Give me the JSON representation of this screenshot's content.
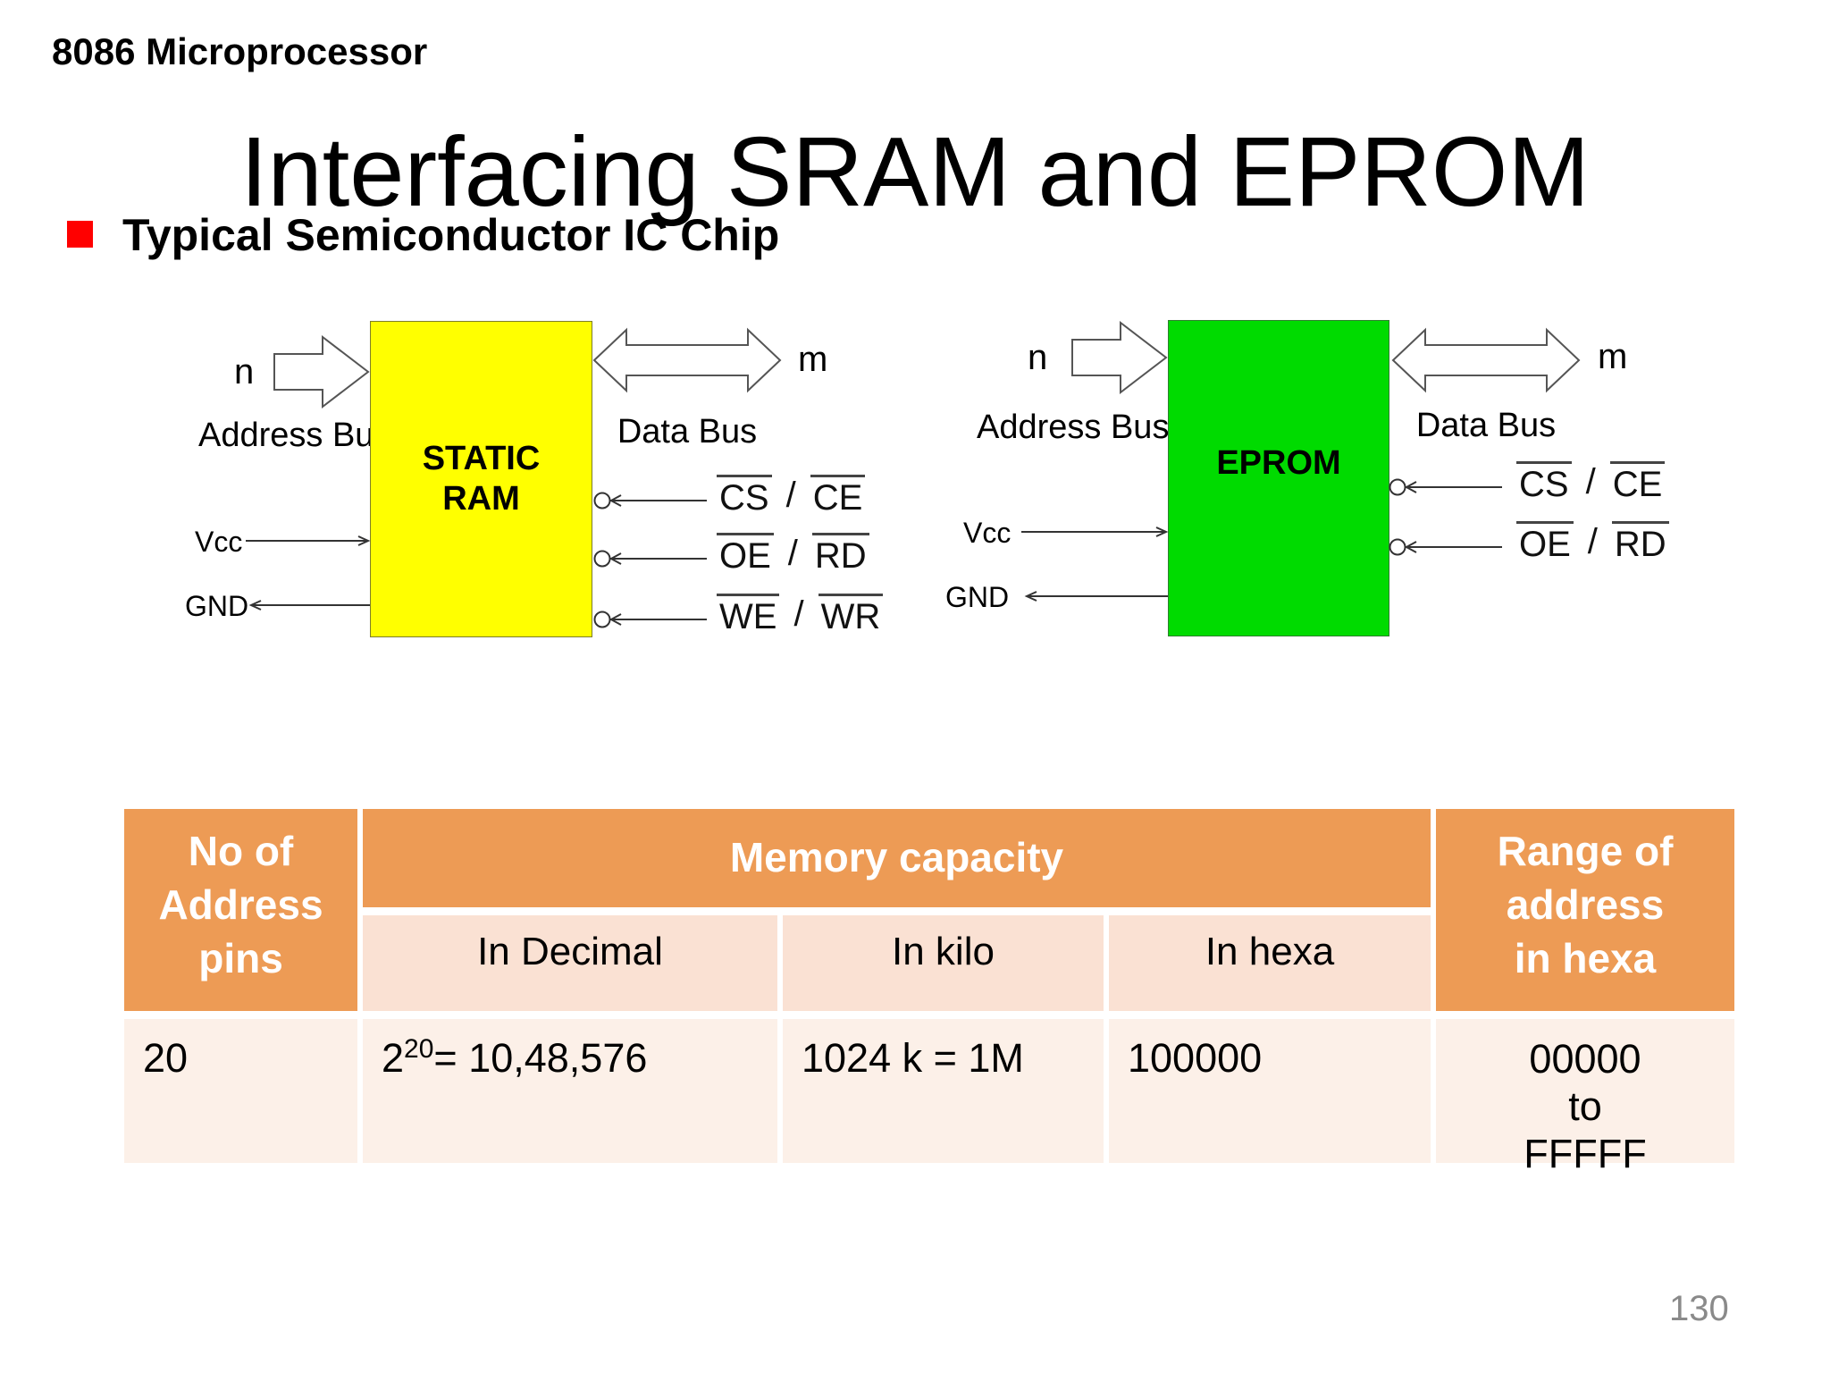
{
  "slide": {
    "kicker": "8086 Microprocessor",
    "title": "Interfacing SRAM and EPROM",
    "bullet": "Typical Semiconductor IC Chip",
    "page_number": "130"
  },
  "colors": {
    "accent_orange": "#ED9B55",
    "subheader_peach": "#FAE1D3",
    "row_peach": "#FCF0E8",
    "sram_yellow": "#FFFF00",
    "eprom_green": "#00DB00",
    "bullet_red": "#FF0000",
    "page_number_gray": "#8A8A8A"
  },
  "diagrams": {
    "sram": {
      "n_label": "n",
      "address_bus_label": "Address Bus",
      "chip_line1": "STATIC",
      "chip_line2": "RAM",
      "data_bus_label": "Data Bus",
      "m_label": "m",
      "vcc_label": "Vcc",
      "gnd_label": "GND",
      "signals": [
        {
          "a": "CS",
          "sep": "/",
          "b": "CE"
        },
        {
          "a": "OE",
          "sep": "/",
          "b": "RD"
        },
        {
          "a": "WE",
          "sep": "/",
          "b": "WR"
        }
      ]
    },
    "eprom": {
      "n_label": "n",
      "address_bus_label": "Address Bus",
      "chip_name": "EPROM",
      "data_bus_label": "Data Bus",
      "m_label": "m",
      "vcc_label": "Vcc",
      "gnd_label": "GND",
      "signals": [
        {
          "a": "CS",
          "sep": "/",
          "b": "CE"
        },
        {
          "a": "OE",
          "sep": "/",
          "b": "RD"
        }
      ]
    }
  },
  "table": {
    "header_col1": [
      "No of",
      "Address pins"
    ],
    "header_group": "Memory capacity",
    "header_col5": [
      "Range of address",
      "in hexa"
    ],
    "subheaders": [
      "In Decimal",
      "In kilo",
      "In hexa"
    ],
    "row": {
      "address_pins": "20",
      "decimal_base": "2",
      "decimal_sup": "20",
      "decimal_rest": "= 10,48,576",
      "kilo": "1024 k = 1M",
      "hexa": "100000",
      "range": [
        "00000",
        "to",
        "FFFFF"
      ]
    }
  }
}
